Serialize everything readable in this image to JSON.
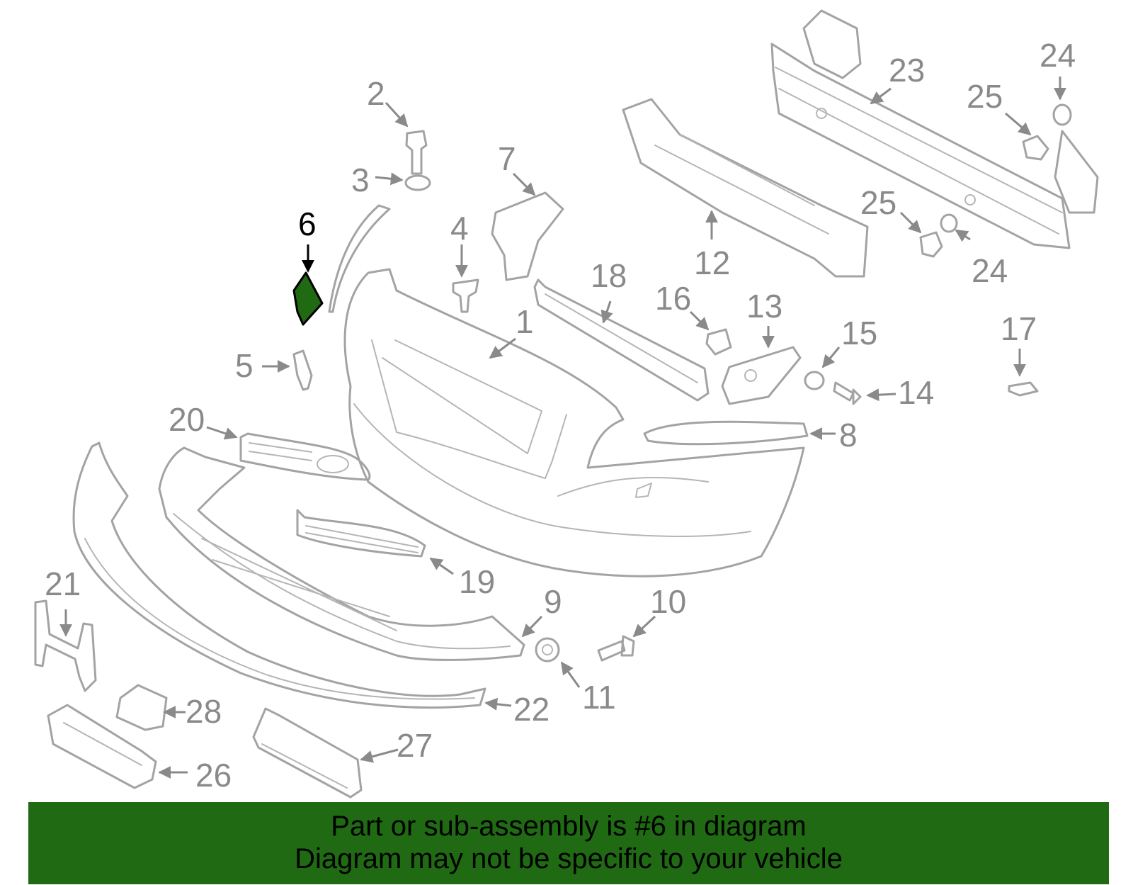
{
  "callouts": [
    {
      "id": "1",
      "text": "1"
    },
    {
      "id": "2",
      "text": "2"
    },
    {
      "id": "3",
      "text": "3"
    },
    {
      "id": "4",
      "text": "4"
    },
    {
      "id": "5",
      "text": "5"
    },
    {
      "id": "6",
      "text": "6",
      "highlighted": true
    },
    {
      "id": "7",
      "text": "7"
    },
    {
      "id": "8",
      "text": "8"
    },
    {
      "id": "9",
      "text": "9"
    },
    {
      "id": "10",
      "text": "10"
    },
    {
      "id": "11",
      "text": "11"
    },
    {
      "id": "12",
      "text": "12"
    },
    {
      "id": "13",
      "text": "13"
    },
    {
      "id": "14",
      "text": "14"
    },
    {
      "id": "15",
      "text": "15"
    },
    {
      "id": "16",
      "text": "16"
    },
    {
      "id": "17",
      "text": "17"
    },
    {
      "id": "18",
      "text": "18"
    },
    {
      "id": "19",
      "text": "19"
    },
    {
      "id": "20",
      "text": "20"
    },
    {
      "id": "21",
      "text": "21"
    },
    {
      "id": "22",
      "text": "22"
    },
    {
      "id": "23",
      "text": "23"
    },
    {
      "id": "24a",
      "text": "24"
    },
    {
      "id": "24b",
      "text": "24"
    },
    {
      "id": "25a",
      "text": "25"
    },
    {
      "id": "25b",
      "text": "25"
    },
    {
      "id": "26",
      "text": "26"
    },
    {
      "id": "27",
      "text": "27"
    },
    {
      "id": "28",
      "text": "28"
    }
  ],
  "highlight": {
    "part": "6",
    "fill": "#1f6a13"
  },
  "banner": {
    "line1": "Part or sub-assembly is #6 in diagram",
    "line2": "Diagram may not be specific to your vehicle",
    "background": "#1f6a13"
  }
}
